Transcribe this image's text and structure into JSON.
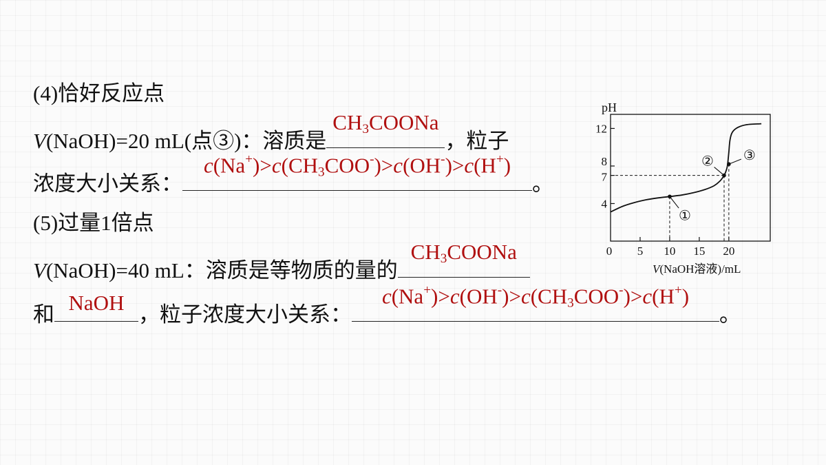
{
  "point4": {
    "heading": "(4)恰好反应点",
    "v_prefix": "V",
    "v_text": "(NaOH)=20 mL(点③)：溶质是",
    "solute_answer": "CH3COONa",
    "after_blank": "，粒子",
    "order_label": "浓度大小关系：",
    "order_answer": "c(Na+)>c(CH3COO-)>c(OH-)>c(H+)",
    "end_mark": "。"
  },
  "point5": {
    "heading": "(5)过量1倍点",
    "v_prefix": "V",
    "v_text": "(NaOH)=40 mL：溶质是等物质的量的",
    "solute_answer_1": "CH3COONa",
    "and_text": "和",
    "solute_answer_2": "NaOH",
    "order_label": "，粒子浓度大小关系：",
    "order_answer": "c(Na+)>c(OH-)>c(CH3COO-)>c(H+)",
    "end_mark": "。"
  },
  "chart_data": {
    "type": "line",
    "ylabel": "pH",
    "xlabel_italic": "V",
    "xlabel": "(NaOH溶液)/mL",
    "x_ticks": [
      0,
      5,
      10,
      15,
      20
    ],
    "y_ticks": [
      4,
      7,
      8,
      12
    ],
    "xlim": [
      0,
      27
    ],
    "ylim": [
      0,
      13.5
    ],
    "curve": [
      [
        0,
        3.1
      ],
      [
        2,
        3.7
      ],
      [
        4,
        4.1
      ],
      [
        6,
        4.4
      ],
      [
        8,
        4.6
      ],
      [
        10,
        4.75
      ],
      [
        12,
        4.9
      ],
      [
        14,
        5.15
      ],
      [
        16,
        5.5
      ],
      [
        17.5,
        5.9
      ],
      [
        18.5,
        6.4
      ],
      [
        19.2,
        7.0
      ],
      [
        19.6,
        7.6
      ],
      [
        19.8,
        8.2
      ],
      [
        20.0,
        9.5
      ],
      [
        20.2,
        10.8
      ],
      [
        20.6,
        11.6
      ],
      [
        21.5,
        12.1
      ],
      [
        23,
        12.4
      ],
      [
        25.5,
        12.5
      ]
    ],
    "points": [
      {
        "label": "①",
        "x": 10,
        "y": 4.75
      },
      {
        "label": "②",
        "x": 19.2,
        "y": 7.0
      },
      {
        "label": "③",
        "x": 20,
        "y": 8.2
      }
    ],
    "guides": [
      {
        "x": 10,
        "y": 4.75
      },
      {
        "x": 19.2,
        "y": 7.0
      },
      {
        "x": 20,
        "y": 8.2
      }
    ]
  }
}
